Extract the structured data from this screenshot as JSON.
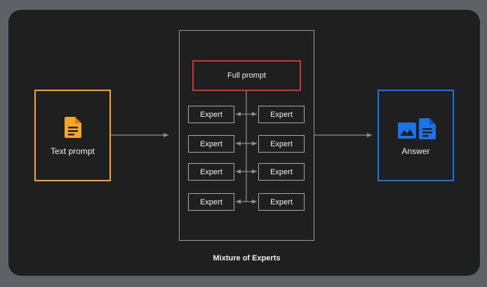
{
  "diagram": {
    "input": {
      "label": "Text prompt",
      "icon": "document-icon",
      "color": "#f6a623"
    },
    "router": {
      "label": "Full prompt",
      "color": "#c5383a"
    },
    "experts": {
      "left": [
        "Expert",
        "Expert",
        "Expert",
        "Expert"
      ],
      "right": [
        "Expert",
        "Expert",
        "Expert",
        "Expert"
      ]
    },
    "container_caption": "Mixture of Experts",
    "output": {
      "label": "Answer",
      "icons": [
        "image-icon",
        "document-icon"
      ],
      "color": "#1a73e8"
    }
  }
}
